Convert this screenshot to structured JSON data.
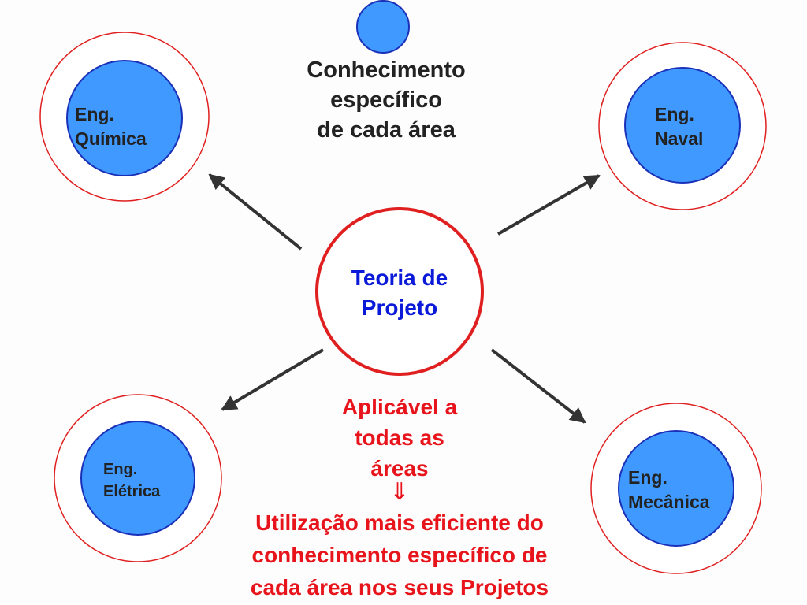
{
  "top_caption": [
    "Conhecimento",
    "específico",
    "de cada área"
  ],
  "center_label": [
    "Teoria de",
    "Projeto"
  ],
  "applicable_label": [
    "Aplicável a",
    "todas as",
    "áreas"
  ],
  "implies_symbol": "⇓",
  "result_text": [
    "Utilização mais eficiente do",
    "conhecimento específico de",
    "cada área nos seus Projetos"
  ],
  "areas": {
    "quimica": [
      "Eng.",
      "Química"
    ],
    "naval": [
      "Eng.",
      "Naval"
    ],
    "eletrica": [
      "Eng.",
      "Elétrica"
    ],
    "mecanica": [
      "Eng.",
      "Mecânica"
    ]
  },
  "colors": {
    "node_fill": "#3f99ff",
    "node_stroke": "#1a30b8",
    "ring_stroke": "#e02020",
    "arrow": "#333333",
    "center_text": "#0a1ad8",
    "highlight_text": "#e8141c"
  }
}
